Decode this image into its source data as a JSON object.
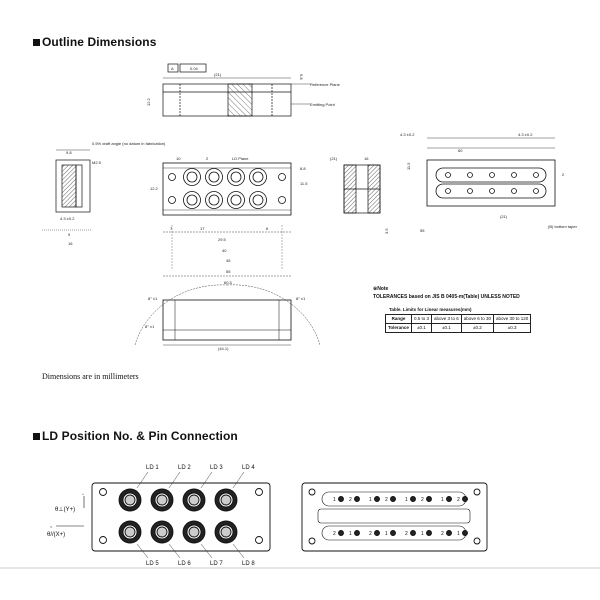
{
  "titles": {
    "outline": "Outline Dimensions",
    "ld": "LD Position No. & Pin Connection"
  },
  "caption": "Dimensions are in millimeters",
  "note": {
    "mark": "※Note",
    "text": "TOLERANCES based on JIS B 0405-m(Table) UNLESS NOTED",
    "table_caption": "Table. Limits for Linear measures(mm)",
    "rows": [
      [
        "Range",
        "0.5 to 3",
        "above 3 to 6",
        "above 6 to 30",
        "above 30 to 120"
      ],
      [
        "Tolerance",
        "±0.1",
        "±0.1",
        "±0.2",
        "±0.3"
      ]
    ]
  },
  "ld_labels_top": [
    "LD 1",
    "LD 2",
    "LD 3",
    "LD 4"
  ],
  "ld_labels_bottom": [
    "LD 5",
    "LD 6",
    "LD 7",
    "LD 8"
  ],
  "axes": {
    "y": "θ⊥(Y+)",
    "x": "θ//(X+)"
  },
  "pin_labels_top": [
    "1",
    "2",
    "1",
    "2",
    "1",
    "2",
    "1",
    "2"
  ],
  "pin_labels_bottom": [
    "2",
    "1",
    "2",
    "1",
    "2",
    "1",
    "2",
    "1"
  ],
  "dims": {
    "ref_plane": "Reference Plane",
    "emitting_point": "Emitting Point",
    "draft": "0.5% draft angle (no datum in fabrication)",
    "bottom_taper": "(B) bottom taper",
    "d_16": "16",
    "d_23": "23",
    "d_40": "40",
    "d_55": "55",
    "d_605": "60.5",
    "d_295": "29.5",
    "d_88": "8.8",
    "d_17": "17",
    "d_m25": "M2.5",
    "d_98": "9.8",
    "d_10": "10",
    "d_122": "12.2",
    "d_115": "11.5",
    "ld_plane": "LD Plane",
    "d_6": "6",
    "d_21": "(21)",
    "d_2": "2",
    "d_9": "9",
    "d_16b": "16",
    "d_60": "60",
    "d_45": "45",
    "d_43": "4.3 ±0.2",
    "d_7": "7",
    "d_35": "3.5",
    "angle_l": "8° ±1",
    "angle_r": "8° ±1",
    "angle_b": "8° ±1",
    "d_44": "(44.1)"
  }
}
